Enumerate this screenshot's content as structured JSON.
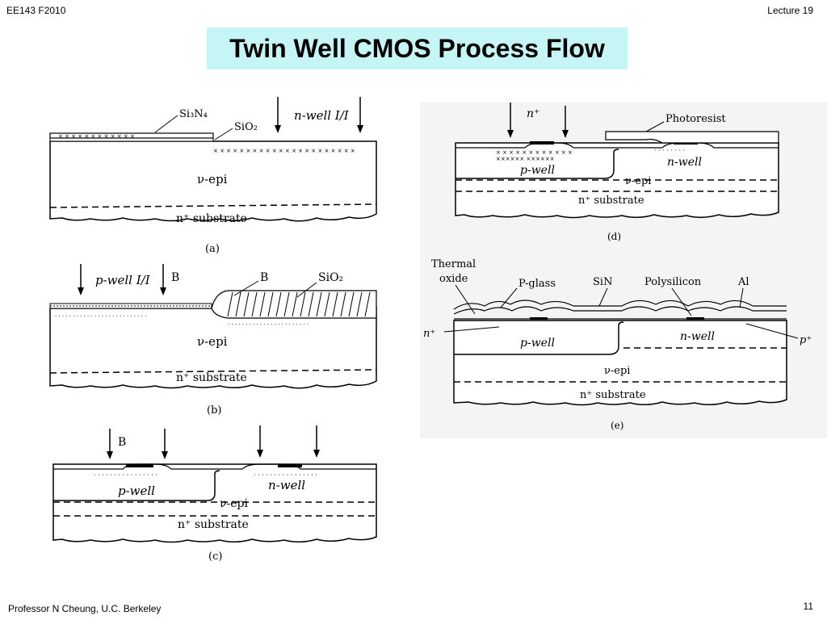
{
  "header": {
    "course": "EE143  F2010",
    "lecture": "Lecture 19"
  },
  "title": "Twin Well CMOS Process Flow",
  "footer": {
    "author": "Professor  N Cheung, U.C. Berkeley",
    "page": "11"
  },
  "figures": {
    "a": {
      "caption": "(a)",
      "si3n4": "Si₃N₄",
      "sio2": "SiO₂",
      "implant": "n-well I/I",
      "epi": "ν-epi",
      "substrate": "n⁺ substrate"
    },
    "b": {
      "caption": "(b)",
      "implant": "p-well I/I",
      "boron1": "B",
      "boron2": "B",
      "sio2": "SiO₂",
      "epi": "ν-epi",
      "substrate": "n⁺ substrate"
    },
    "c": {
      "caption": "(c)",
      "boron": "B",
      "pwell": "p-well",
      "nwell": "n-well",
      "epi": "ν-epi",
      "substrate": "n⁺ substrate"
    },
    "d": {
      "caption": "(d)",
      "implant": "n⁺",
      "photoresist": "Photoresist",
      "pwell": "p-well",
      "nwell": "n-well",
      "epi": "ν-epi",
      "substrate": "n⁺ substrate"
    },
    "e": {
      "caption": "(e)",
      "thermal_oxide_1": "Thermal",
      "thermal_oxide_2": "oxide",
      "pglass": "P-glass",
      "sin": "SiN",
      "polysilicon": "Polysilicon",
      "al": "Al",
      "nplus": "n⁺",
      "pplus": "p⁺",
      "pwell": "p-well",
      "nwell": "n-well",
      "epi": "ν-epi",
      "substrate": "n⁺ substrate"
    }
  }
}
